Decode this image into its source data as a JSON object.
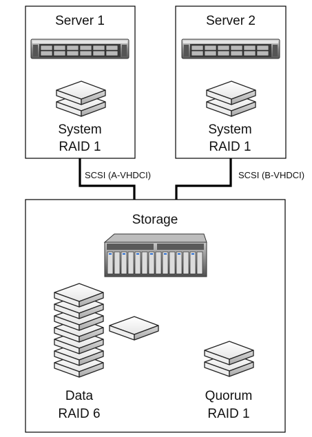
{
  "servers": [
    {
      "title": "Server 1",
      "disk_line1": "System",
      "disk_line2": "RAID 1"
    },
    {
      "title": "Server 2",
      "disk_line1": "System",
      "disk_line2": "RAID 1"
    }
  ],
  "connections": [
    {
      "label": "SCSI (A-VHDCI)"
    },
    {
      "label": "SCSI (B-VHDCI)"
    }
  ],
  "storage": {
    "title": "Storage",
    "data_line1": "Data",
    "data_line2": "RAID 6",
    "quorum_line1": "Quorum",
    "quorum_line2": "RAID 1"
  }
}
